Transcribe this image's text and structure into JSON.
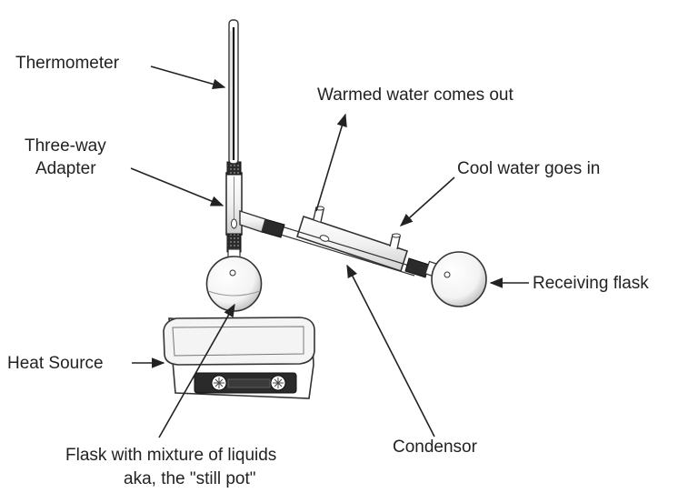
{
  "labels": {
    "thermometer": "Thermometer",
    "three_way_line1": "Three-way",
    "three_way_line2": "Adapter",
    "warmed_water": "Warmed water comes out",
    "cool_water": "Cool water goes in",
    "receiving_flask": "Receiving flask",
    "heat_source": "Heat Source",
    "flask_line1": "Flask with mixture of liquids",
    "flask_line2": "aka, the \"still pot\"",
    "condensor": "Condensor"
  }
}
